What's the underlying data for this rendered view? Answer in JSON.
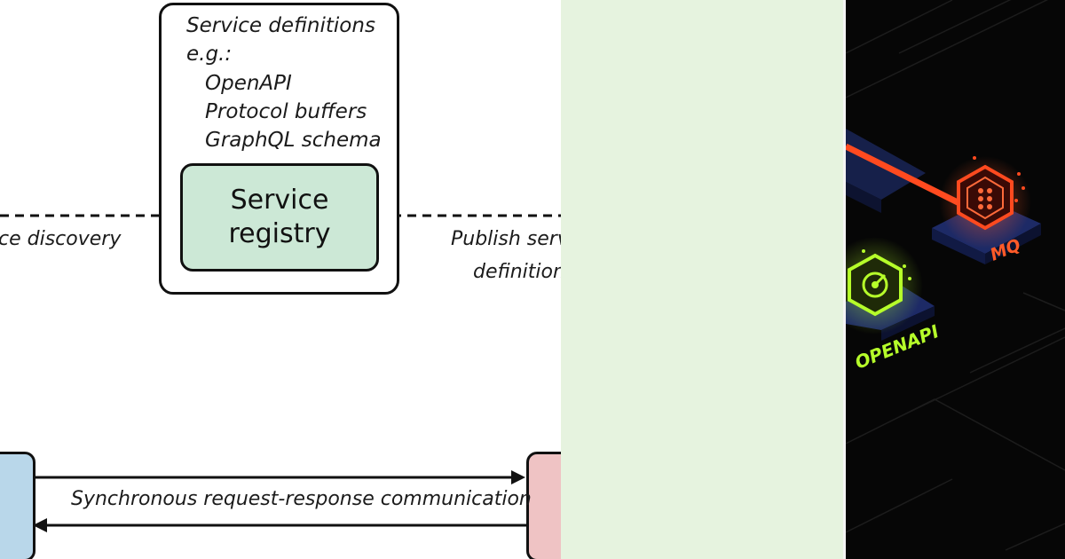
{
  "diagram": {
    "definitions_heading": "Service definitions",
    "definitions_eg": "e.g.:",
    "definitions_items": [
      "OpenAPI",
      "Protocol buffers",
      "GraphQL schema"
    ],
    "registry_line1": "Service",
    "registry_line2": "registry",
    "left_label": "ce discovery",
    "right_label_line1": "Publish servi",
    "right_label_line2": "definition",
    "sync_label": "Synchronous request-response communication"
  },
  "artwork": {
    "badge_mq": "MQ",
    "badge_openapi": "OPENAPI",
    "colors": {
      "mq": "#ff4a1f",
      "openapi": "#b6ff2a",
      "background": "#060606",
      "mint_panel": "#e6f3df"
    }
  }
}
